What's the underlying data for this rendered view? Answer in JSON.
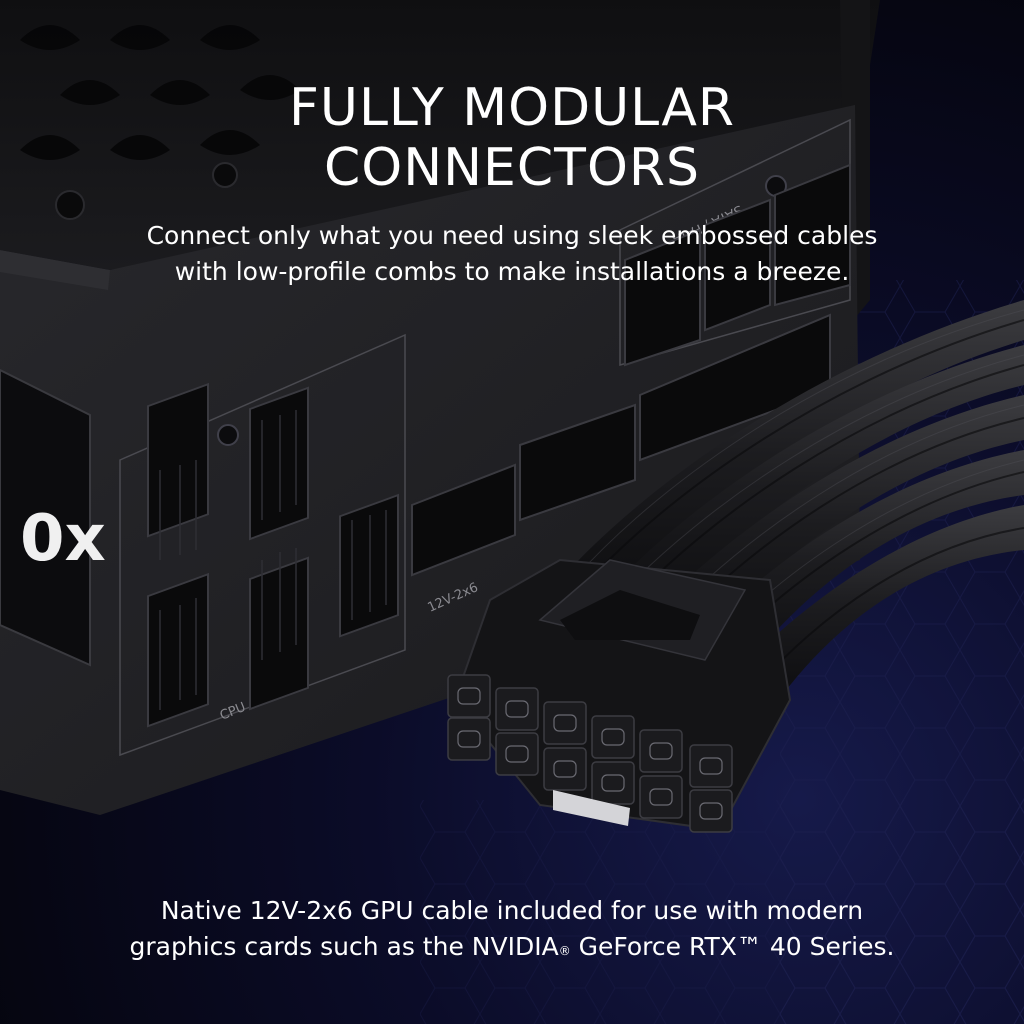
{
  "headline": {
    "line1": "FULLY MODULAR",
    "line2": "CONNECTORS"
  },
  "subtitle": {
    "line1": "Connect only what you need using sleek embossed cables",
    "line2": "with low-profile combs to make installations a breeze."
  },
  "footer": {
    "line1": "Native 12V-2x6 GPU cable included for use with modern",
    "line2_a": "graphics cards such as the NVIDIA",
    "registered": "®",
    "line2_b": " GeForce RTX™ 40 Series."
  },
  "psu_labels": {
    "cpu_pcie": "CPU / PCIe",
    "sata_pata": "SATA / PATA",
    "connector_12v": "12V-2x6",
    "badge": "0x"
  },
  "colors": {
    "background": "#05050d",
    "psu_body": "#1e1e21",
    "text": "#ffffff",
    "glow": "#161a4a"
  }
}
